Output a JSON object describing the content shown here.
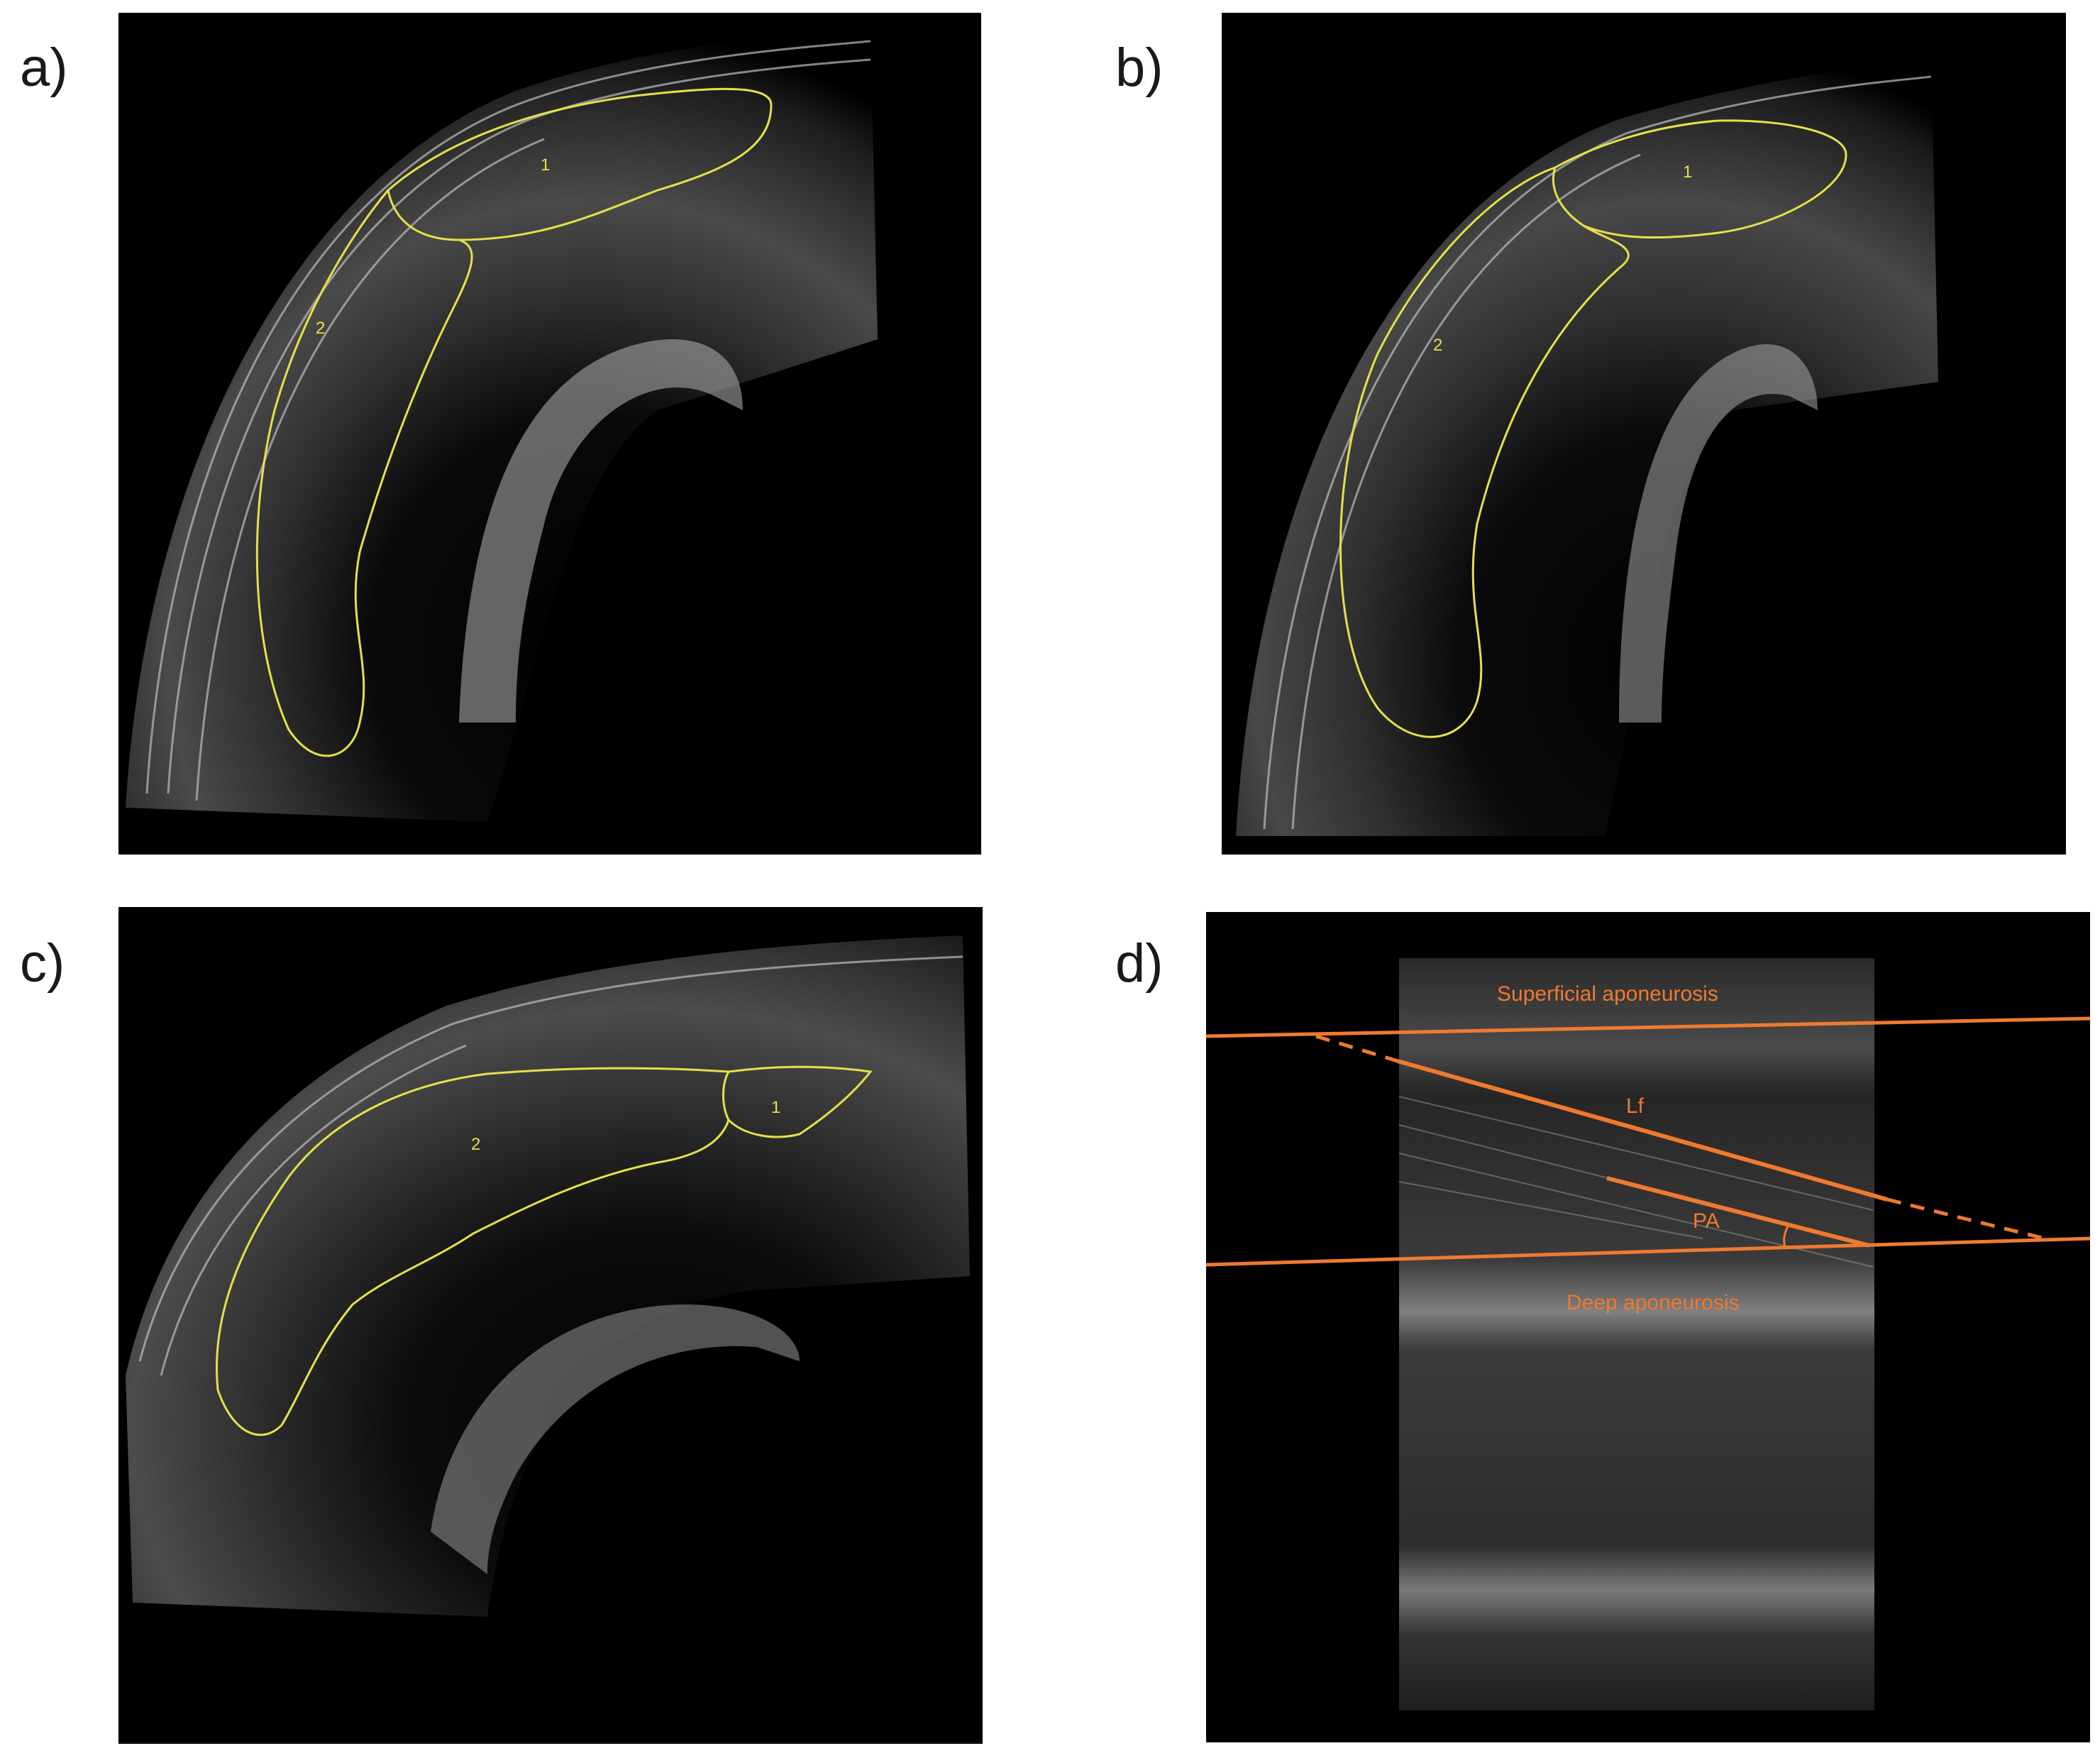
{
  "panels": [
    {
      "label": "a)",
      "roi_labels": [
        "1",
        "2"
      ]
    },
    {
      "label": "b)",
      "roi_labels": [
        "1",
        "2"
      ]
    },
    {
      "label": "c)",
      "roi_labels": [
        "2",
        "1"
      ]
    },
    {
      "label": "d)",
      "annotations": {
        "superficial": "Superficial aponeurosis",
        "fascicle": "Lf",
        "angle": "PA",
        "deep": "Deep aponeurosis"
      }
    }
  ],
  "colors": {
    "roi_outline": "#e6e04a",
    "annotation": "#ef7a2f",
    "background": "#000000"
  }
}
